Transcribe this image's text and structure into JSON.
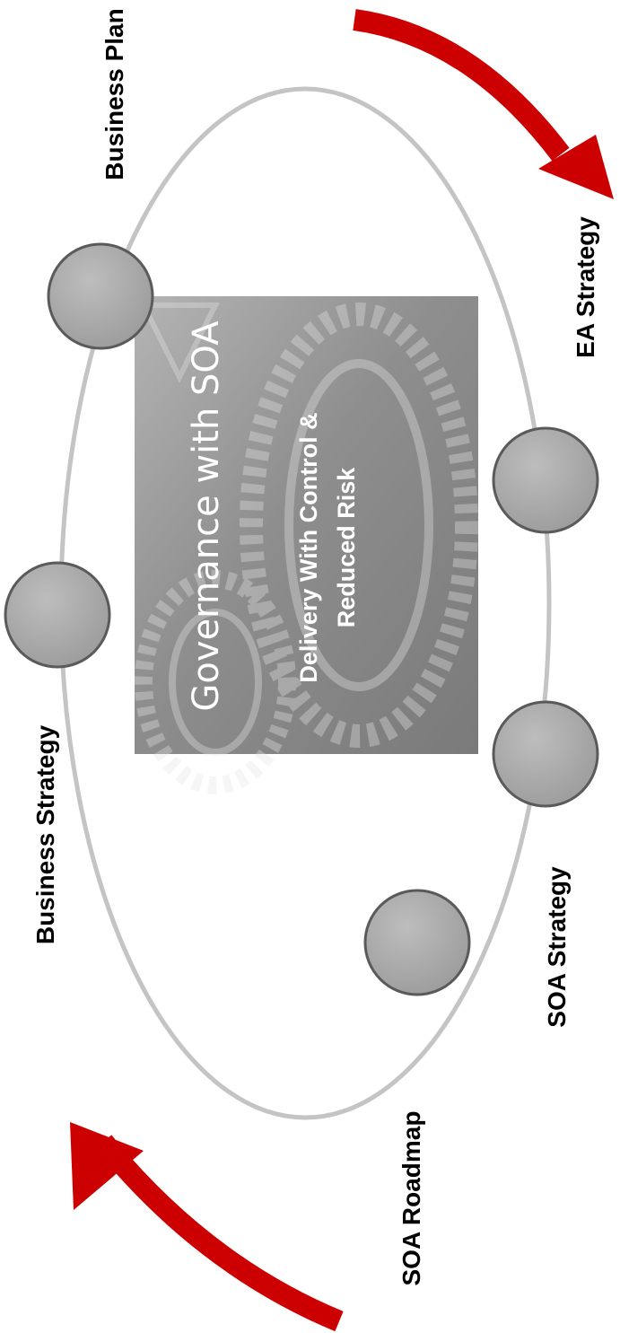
{
  "center_panel": {
    "title": "Governance with SOA",
    "subtitle_line1": "Delivery With Control &",
    "subtitle_line2": "Reduced  Risk"
  },
  "nodes": [
    {
      "label": "Business Plan"
    },
    {
      "label": "EA Strategy"
    },
    {
      "label": "Business Strategy"
    },
    {
      "label": "SOA Strategy"
    },
    {
      "label": "SOA Roadmap"
    }
  ],
  "colors": {
    "arrow": "#cc0000",
    "ring": "#c4c4c4",
    "node_fill": "#a8a8a8",
    "node_stroke": "#5a5a5a",
    "panel": "#9a9a9a"
  }
}
